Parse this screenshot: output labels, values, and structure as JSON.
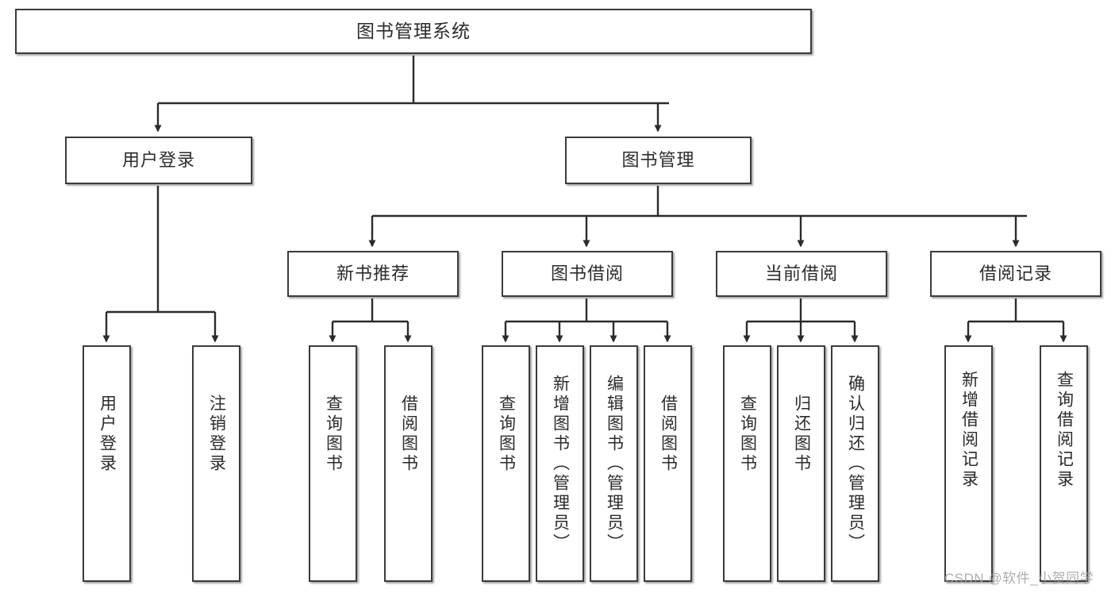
{
  "diagram": {
    "title": "图书管理系统",
    "watermark": "CSDN @软件_小贺同学",
    "colors": {
      "border": "#3b3b3b",
      "background": "#ffffff",
      "text": "#2b2b2b",
      "edge": "#2b2b2b",
      "watermark": "#9aa0a6"
    },
    "levels": {
      "root": {
        "label": "图书管理系统"
      },
      "level2": [
        {
          "label": "用户登录"
        },
        {
          "label": "图书管理"
        }
      ],
      "level3": [
        {
          "label": "新书推荐"
        },
        {
          "label": "图书借阅"
        },
        {
          "label": "当前借阅"
        },
        {
          "label": "借阅记录"
        }
      ],
      "leaves": [
        {
          "label": "用户登录",
          "parent": "用户登录"
        },
        {
          "label": "注销登录",
          "parent": "用户登录"
        },
        {
          "label": "查询图书",
          "parent": "新书推荐"
        },
        {
          "label": "借阅图书",
          "parent": "新书推荐"
        },
        {
          "label": "查询图书",
          "parent": "图书借阅"
        },
        {
          "label": "新增图书（管理员）",
          "parent": "图书借阅"
        },
        {
          "label": "编辑图书（管理员）",
          "parent": "图书借阅"
        },
        {
          "label": "借阅图书",
          "parent": "图书借阅"
        },
        {
          "label": "查询图书",
          "parent": "当前借阅"
        },
        {
          "label": "归还图书",
          "parent": "当前借阅"
        },
        {
          "label": "确认归还（管理员）",
          "parent": "当前借阅"
        },
        {
          "label": "新增借阅记录",
          "parent": "借阅记录"
        },
        {
          "label": "查询借阅记录",
          "parent": "借阅记录"
        }
      ]
    }
  }
}
